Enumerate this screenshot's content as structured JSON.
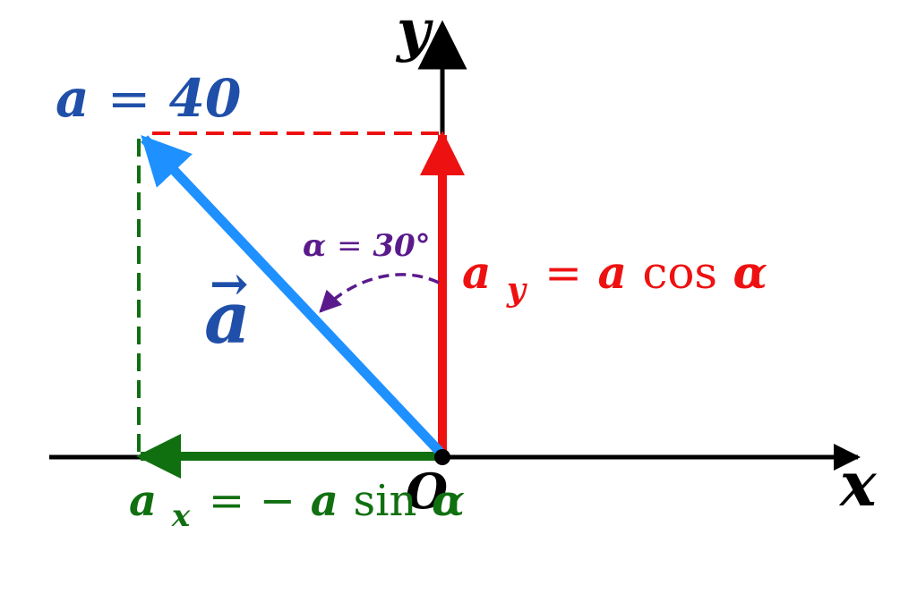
{
  "labels": {
    "y_axis": "y",
    "x_axis": "x",
    "origin": "O",
    "magnitude": {
      "symbol": "a",
      "equals": "=",
      "value": "40"
    },
    "vector": {
      "symbol": "a",
      "arrow": "→"
    },
    "angle": {
      "symbol": "α",
      "equals": "=",
      "value": "30°"
    },
    "ay": {
      "base": "a",
      "subscript": "y",
      "equals": "=",
      "coef": "a",
      "func": "cos",
      "arg": "α"
    },
    "ax": {
      "base": "a",
      "subscript": "x",
      "equals": "=",
      "minus": "−",
      "coef": "a",
      "func": "sin",
      "arg": "α"
    }
  },
  "colors": {
    "axes": "#000000",
    "vector_a": "#1e90ff",
    "ay": "#ee1111",
    "ax": "#107010",
    "angle": "#5a1a8c",
    "magnitude_label": "#1f4fa8",
    "vector_label": "#1f4fa8"
  }
}
